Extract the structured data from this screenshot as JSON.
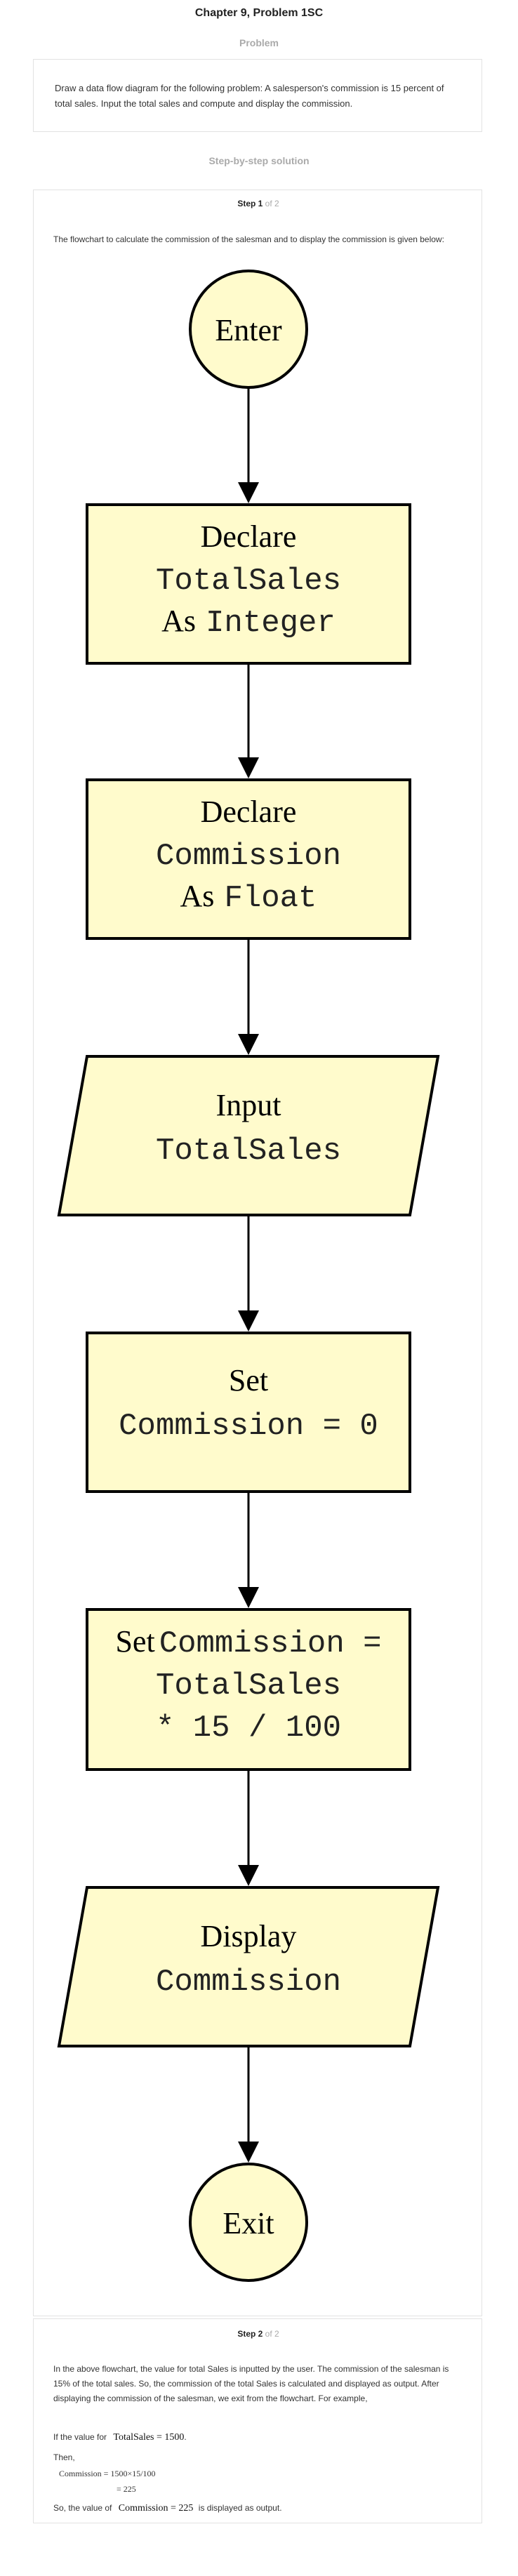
{
  "header": {
    "title": "Chapter 9, Problem 1SC"
  },
  "problem": {
    "label": "Problem",
    "text": "Draw a data flow diagram for the following problem: A salesperson's commission is 15 percent of total sales. Input the total sales and compute and display the commission."
  },
  "solution": {
    "label": "Step-by-step solution"
  },
  "step1": {
    "header": "Step 1",
    "of": "of 2",
    "intro": "The flowchart to calculate the commission of the salesman and to display the commission is given below:"
  },
  "flowchart": {
    "start": "Enter",
    "declare1": {
      "keyword": "Declare",
      "name": "TotalSales",
      "as": "As",
      "type": "Integer"
    },
    "declare2": {
      "keyword": "Declare",
      "name": "Commission",
      "as": "As",
      "type": "Float"
    },
    "input": {
      "keyword": "Input",
      "name": "TotalSales"
    },
    "set1": {
      "keyword": "Set",
      "expr": "Commission = 0"
    },
    "set2": {
      "keyword": "Set",
      "line1": "Commission =",
      "line2": "TotalSales",
      "line3": "* 15 / 100"
    },
    "display": {
      "keyword": "Display",
      "name": "Commission"
    },
    "end": "Exit"
  },
  "step2": {
    "header": "Step 2",
    "of": "of 2",
    "paragraph": "In the above flowchart, the value for total Sales is inputted by the user. The commission of the salesman is 15% of the total sales. So, the commission of the total Sales is calculated and displayed as output. After displaying the commission of the salesman, we exit from the flowchart. For example,",
    "if_prefix": "If the value for",
    "if_math": "TotalSales = 1500",
    "if_suffix": ".",
    "then": "Then,",
    "calc_line1": "Commission = 1500×15/100",
    "calc_line2": "= 225",
    "final_prefix": "So, the value of",
    "final_math": "Commission = 225",
    "final_suffix": "is displayed as output."
  }
}
